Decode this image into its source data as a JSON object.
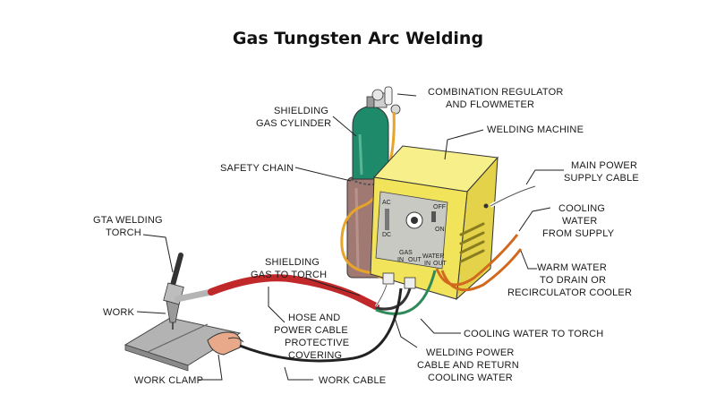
{
  "title": "Gas Tungsten Arc Welding",
  "labels": {
    "regulator": [
      "COMBINATION REGULATOR",
      "AND FLOWMETER"
    ],
    "cylinder": [
      "SHIELDING",
      "GAS CYLINDER"
    ],
    "machine": [
      "WELDING MACHINE"
    ],
    "main_power": [
      "MAIN POWER",
      "SUPPLY CABLE"
    ],
    "safety_chain": [
      "SAFETY CHAIN"
    ],
    "cooling_supply": [
      "COOLING",
      "WATER",
      "FROM SUPPLY"
    ],
    "torch": [
      "GTA WELDING",
      "TORCH"
    ],
    "shielding_to_torch": [
      "SHIELDING",
      "GAS TO TORCH"
    ],
    "warm_water": [
      "WARM WATER",
      "TO DRAIN OR",
      "RECIRCULATOR COOLER"
    ],
    "work": [
      "WORK"
    ],
    "hose": [
      "HOSE AND",
      "POWER CABLE",
      "PROTECTIVE",
      "COVERING"
    ],
    "cooling_to_torch": [
      "COOLING WATER TO TORCH"
    ],
    "power_cable": [
      "WELDING POWER",
      "CABLE AND RETURN",
      "COOLING WATER"
    ],
    "work_clamp": [
      "WORK CLAMP"
    ],
    "work_cable": [
      "WORK CABLE"
    ]
  },
  "panel": {
    "ac": "AC",
    "dc": "DC",
    "off": "OFF",
    "on": "ON",
    "gas": "GAS",
    "water": "WATER",
    "in": "IN",
    "out": "OUT"
  },
  "colors": {
    "cylinder_green": "#1f8a6a",
    "cylinder_brown": "#a07a72",
    "machine_yellow": "#f2e45a",
    "hose_red": "#c0282a",
    "gas_hose": "#e6a52a",
    "water_green": "#2e8a58",
    "water_orange": "#d2691e"
  }
}
